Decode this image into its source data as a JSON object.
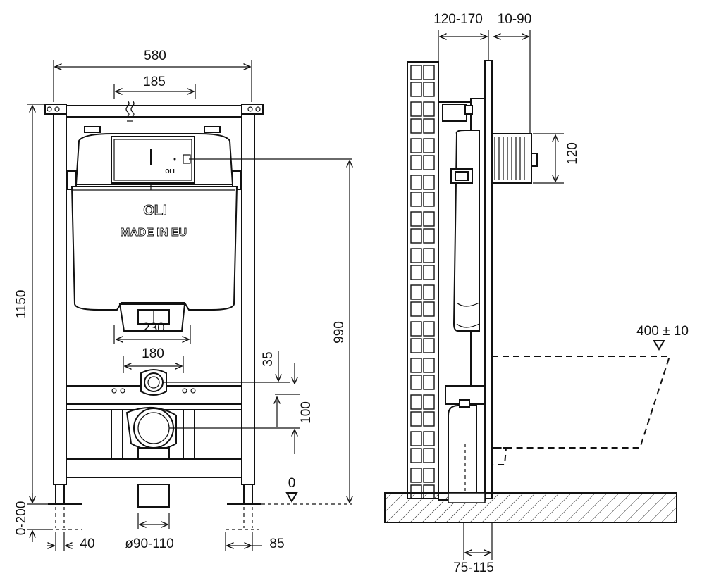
{
  "front_view": {
    "width_total": "580",
    "width_bracket": "185",
    "height_total": "1150",
    "height_flush": "990",
    "outlet_spacing_outer": "230",
    "outlet_spacing_inner": "180",
    "inlet_offset": "35",
    "drain_offset": "100",
    "floor_level": "0",
    "leg_adjust": "0-200",
    "leg_width": "40",
    "drain_diameter": "ø90-110",
    "leg_right": "85",
    "tank_brand": "OLI",
    "tank_made": "MADE IN EU",
    "plate_brand": "OLI"
  },
  "side_view": {
    "wall_depth": "120-170",
    "plate_depth": "10-90",
    "button_size": "120",
    "seat_height": "400 ± 10",
    "drain_depth": "75-115"
  },
  "icons": [
    "water-inlet-icon",
    "level-triangle-icon"
  ]
}
